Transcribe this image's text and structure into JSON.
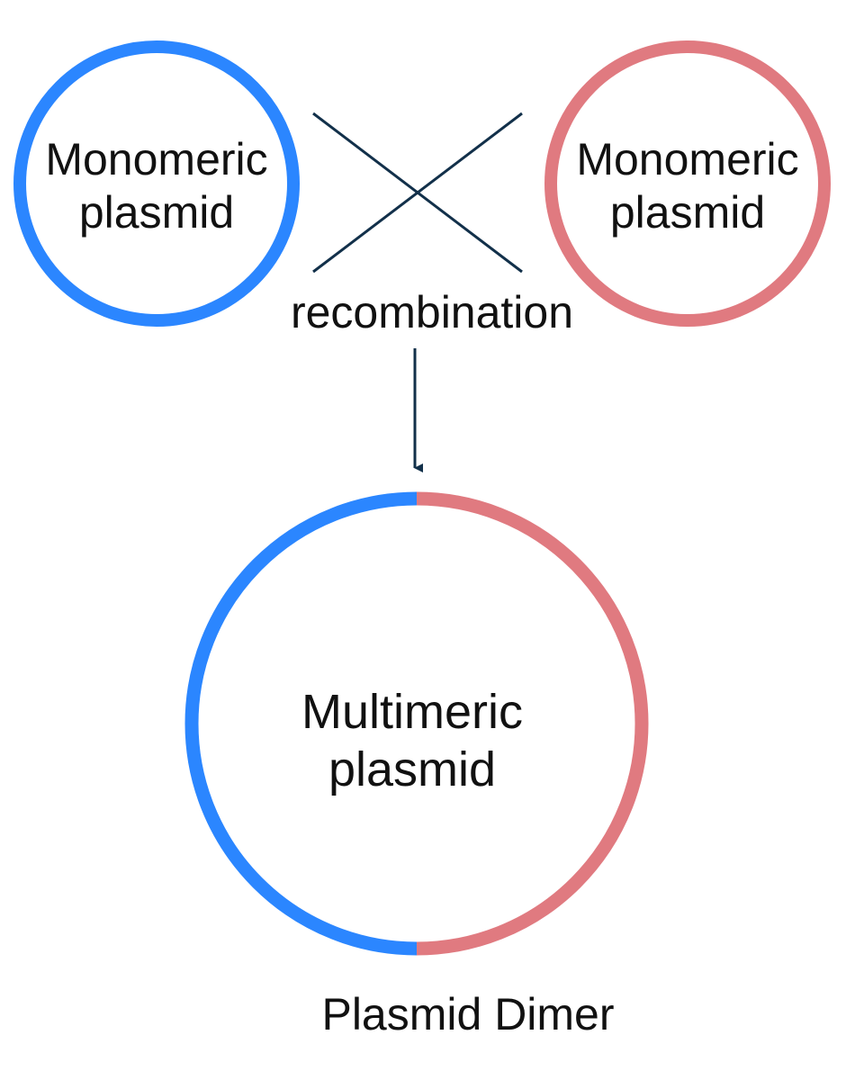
{
  "colors": {
    "blue": "#2b86ff",
    "red": "#e07a80",
    "line": "#12304a",
    "text": "#111111"
  },
  "left_plasmid": {
    "line1": "Monomeric",
    "line2": "plasmid"
  },
  "right_plasmid": {
    "line1": "Monomeric",
    "line2": "plasmid"
  },
  "crossover": {
    "label": "recombination"
  },
  "product_plasmid": {
    "line1": "Multimeric",
    "line2": "plasmid",
    "caption": "Plasmid Dimer"
  }
}
